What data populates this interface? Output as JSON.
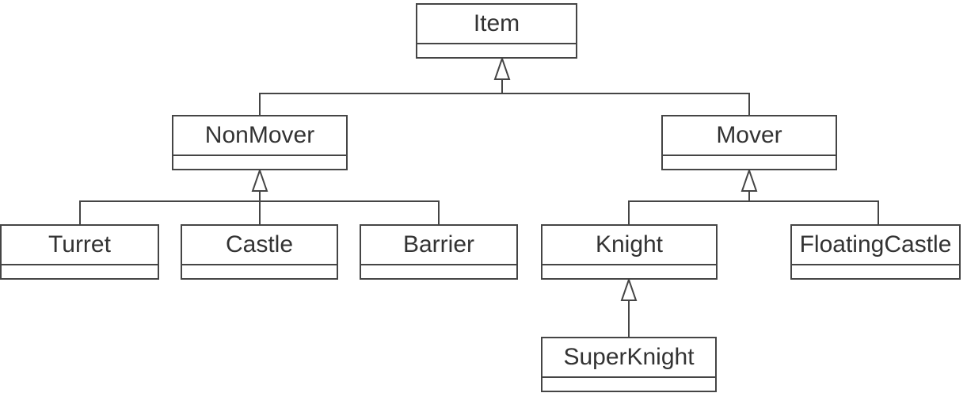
{
  "diagram": {
    "kind": "uml-class-inheritance-diagram",
    "classes": [
      {
        "name": "Item"
      },
      {
        "name": "NonMover"
      },
      {
        "name": "Mover"
      },
      {
        "name": "Turret"
      },
      {
        "name": "Castle"
      },
      {
        "name": "Barrier"
      },
      {
        "name": "Knight"
      },
      {
        "name": "FloatingCastle"
      },
      {
        "name": "SuperKnight"
      }
    ],
    "relations": [
      {
        "child": "NonMover",
        "parent": "Item",
        "type": "generalization"
      },
      {
        "child": "Mover",
        "parent": "Item",
        "type": "generalization"
      },
      {
        "child": "Turret",
        "parent": "NonMover",
        "type": "generalization"
      },
      {
        "child": "Castle",
        "parent": "NonMover",
        "type": "generalization"
      },
      {
        "child": "Barrier",
        "parent": "NonMover",
        "type": "generalization"
      },
      {
        "child": "Knight",
        "parent": "Mover",
        "type": "generalization"
      },
      {
        "child": "FloatingCastle",
        "parent": "Mover",
        "type": "generalization"
      },
      {
        "child": "SuperKnight",
        "parent": "Knight",
        "type": "generalization"
      }
    ],
    "colors": {
      "line": "#454545",
      "text": "#333333",
      "box_fill": "#ffffff",
      "background": "#ffffff"
    }
  }
}
